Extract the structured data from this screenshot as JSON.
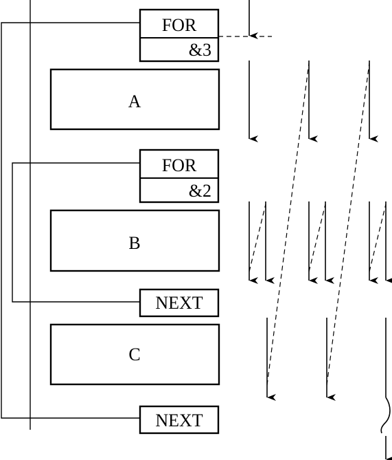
{
  "instructions": {
    "for_outer": {
      "keyword": "FOR",
      "count": "&3"
    },
    "block_a": "A",
    "for_inner": {
      "keyword": "FOR",
      "count": "&2"
    },
    "block_b": "B",
    "next_inner": "NEXT",
    "block_c": "C",
    "next_outer": "NEXT"
  },
  "diagram": {
    "type": "nested FOR/NEXT loop flow diagram",
    "outer_loop_iterations": 3,
    "inner_loop_iterations": 2
  }
}
